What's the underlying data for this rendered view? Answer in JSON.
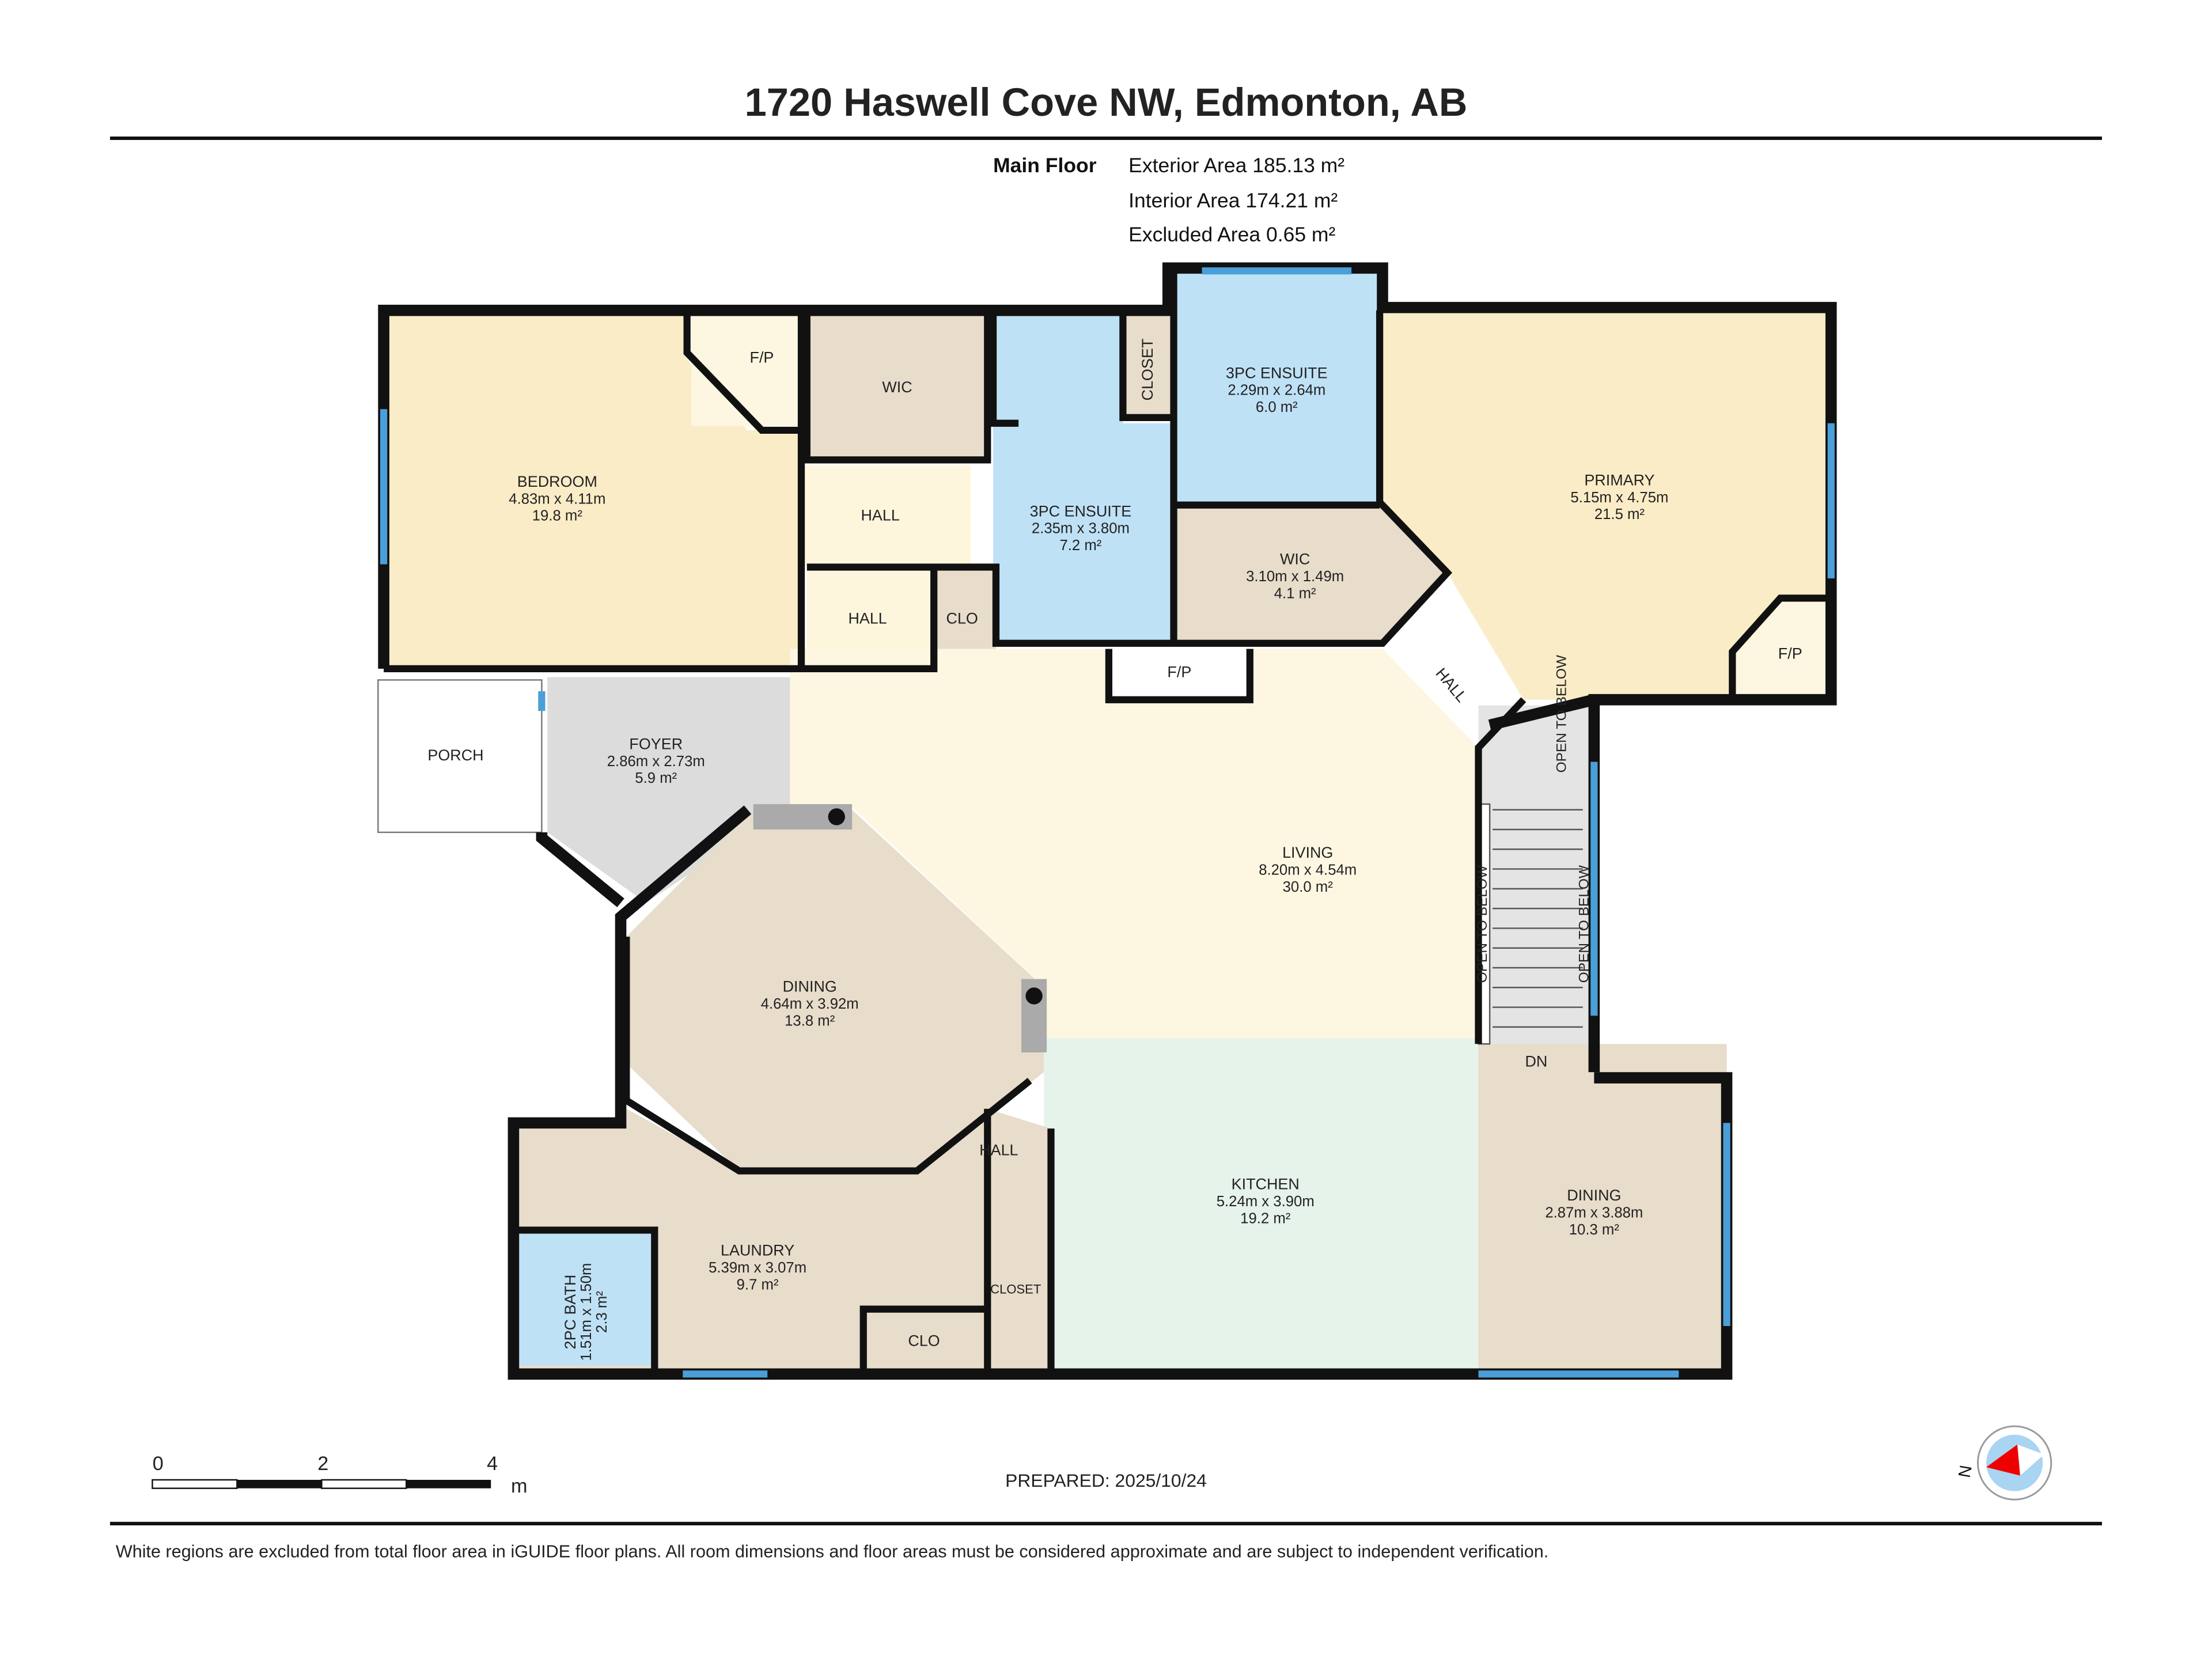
{
  "title": "1720 Haswell Cove NW, Edmonton, AB",
  "summary": {
    "floor": "Main Floor",
    "exterior": "Exterior Area 185.13 m²",
    "interior": "Interior Area 174.21 m²",
    "excluded": "Excluded Area 0.65 m²"
  },
  "rooms": [
    {
      "name": "BEDROOM",
      "dims": "4.83m x 4.11m",
      "area": "19.8 m²"
    },
    {
      "name": "3PC ENSUITE",
      "dims": "2.35m x 3.80m",
      "area": "7.2 m²"
    },
    {
      "name": "3PC ENSUITE",
      "dims": "2.29m x 2.64m",
      "area": "6.0 m²"
    },
    {
      "name": "PRIMARY",
      "dims": "5.15m x 4.75m",
      "area": "21.5 m²"
    },
    {
      "name": "WIC",
      "dims": "3.10m x 1.49m",
      "area": "4.1 m²"
    },
    {
      "name": "FOYER",
      "dims": "2.86m x 2.73m",
      "area": "5.9 m²"
    },
    {
      "name": "LIVING",
      "dims": "8.20m x 4.54m",
      "area": "30.0 m²"
    },
    {
      "name": "DINING",
      "dims": "4.64m x 3.92m",
      "area": "13.8 m²"
    },
    {
      "name": "KITCHEN",
      "dims": "5.24m x 3.90m",
      "area": "19.2 m²"
    },
    {
      "name": "DINING",
      "dims": "2.87m x 3.88m",
      "area": "10.3 m²"
    },
    {
      "name": "LAUNDRY",
      "dims": "5.39m x 3.07m",
      "area": "9.7 m²"
    },
    {
      "name": "2PC BATH",
      "dims": "1.51m x 1.50m",
      "area": "2.3 m²"
    }
  ],
  "labels": {
    "fp": "F/P",
    "wic": "WIC",
    "hall": "HALL",
    "clo": "CLO",
    "closet": "CLOSET",
    "porch": "PORCH",
    "open_to_below": "OPEN TO BELOW",
    "dn": "DN"
  },
  "scale": {
    "ticks": [
      "0",
      "2",
      "4"
    ],
    "unit": "m"
  },
  "prepared": "PREPARED: 2025/10/24",
  "compass": {
    "letter": "N"
  },
  "footer": "White regions are excluded from total floor area in iGUIDE floor plans. All room dimensions and floor areas must be considered approximate and are subject to independent verification.",
  "colors": {
    "yellow": "#faecc6",
    "living": "#fdf7e2",
    "beige": "#e8dccb",
    "blue": "#bfe1f6",
    "kitchen": "#e5f3eb",
    "foyer": "#dcdcdc",
    "window": "#4a9fd8"
  }
}
